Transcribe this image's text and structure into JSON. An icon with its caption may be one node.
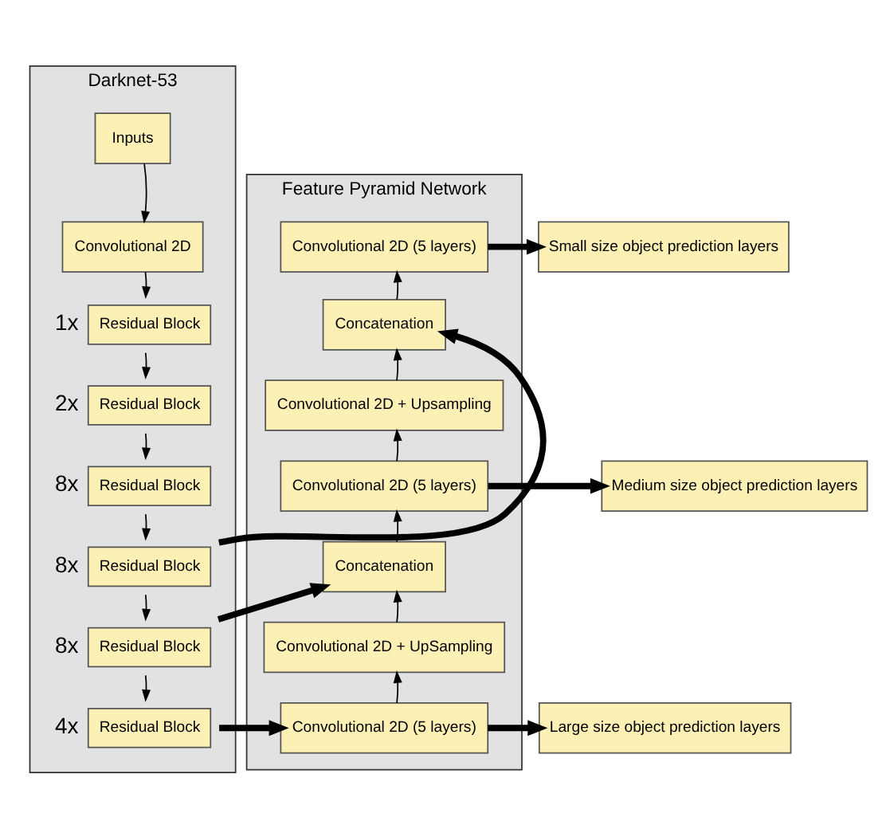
{
  "diagram": {
    "nodes": [
      {
        "text": [
          "Darknet-53"
        ]
      },
      {
        "text": [
          "Inputs"
        ],
        "in": 0
      },
      {
        "text": [
          "Convolutional 2D"
        ],
        "in": 0
      },
      {
        "text": [
          "Residual Block"
        ],
        "in": 0,
        "beside": [
          "1x"
        ]
      },
      {
        "text": [
          "Residual Block"
        ],
        "in": 0,
        "beside": [
          "2x"
        ]
      },
      {
        "text": [
          "Residual Block"
        ],
        "in": 0,
        "beside": [
          "8x"
        ]
      },
      {
        "text": [
          "Residual Block"
        ],
        "in": 0,
        "beside": [
          "8x"
        ]
      },
      {
        "text": [
          "Residual Block"
        ],
        "in": 0,
        "beside": [
          "8x"
        ]
      },
      {
        "text": [
          "Residual Block"
        ],
        "in": 0,
        "beside": [
          "4x"
        ]
      },
      {
        "text": [
          "Feature Pyramid Network"
        ]
      },
      {
        "text": [
          "Convolutional 2D (5 layers)"
        ],
        "in": 9
      },
      {
        "text": [
          "Concatenation"
        ],
        "in": 9
      },
      {
        "text": [
          "Convolutional 2D + Upsampling"
        ],
        "in": 9
      },
      {
        "text": [
          "Convolutional 2D (5 layers)"
        ],
        "in": 9
      },
      {
        "text": [
          "Concatenation"
        ],
        "in": 9
      },
      {
        "text": [
          "Convolutional 2D + UpSampling"
        ],
        "in": 9
      },
      {
        "text": [
          "Convolutional 2D (5 layers)"
        ],
        "in": 9
      },
      {
        "text": [
          "Small size object prediction layers"
        ]
      },
      {
        "text": [
          "Medium size object prediction layers"
        ]
      },
      {
        "text": [
          "Large size object prediction layers"
        ]
      }
    ],
    "edges": [
      {
        "from": 1,
        "to": 2,
        "arrow": "to"
      },
      {
        "from": 2,
        "to": 3,
        "arrow": "to"
      },
      {
        "from": 3,
        "to": 4,
        "arrow": "to"
      },
      {
        "from": 4,
        "to": 5,
        "arrow": "to"
      },
      {
        "from": 5,
        "to": 6,
        "arrow": "to"
      },
      {
        "from": 6,
        "to": 7,
        "arrow": "to"
      },
      {
        "from": 7,
        "to": 8,
        "arrow": "to"
      },
      {
        "from": 16,
        "to": 15,
        "arrow": "to"
      },
      {
        "from": 15,
        "to": 14,
        "arrow": "to"
      },
      {
        "from": 14,
        "to": 13,
        "arrow": "to"
      },
      {
        "from": 13,
        "to": 12,
        "arrow": "to"
      },
      {
        "from": 12,
        "to": 11,
        "arrow": "to"
      },
      {
        "from": 11,
        "to": 10,
        "arrow": "to"
      },
      {
        "from": 6,
        "to": 11,
        "arrow": "to",
        "style": "thick"
      },
      {
        "from": 7,
        "to": 14,
        "arrow": "to",
        "style": "thick"
      },
      {
        "from": 8,
        "to": 16,
        "arrow": "to",
        "style": "thick"
      },
      {
        "from": 10,
        "to": 17,
        "arrow": "to",
        "style": "thick"
      },
      {
        "from": 13,
        "to": 18,
        "arrow": "to",
        "style": "thick"
      },
      {
        "from": 16,
        "to": 19,
        "arrow": "to",
        "style": "thick"
      }
    ]
  }
}
